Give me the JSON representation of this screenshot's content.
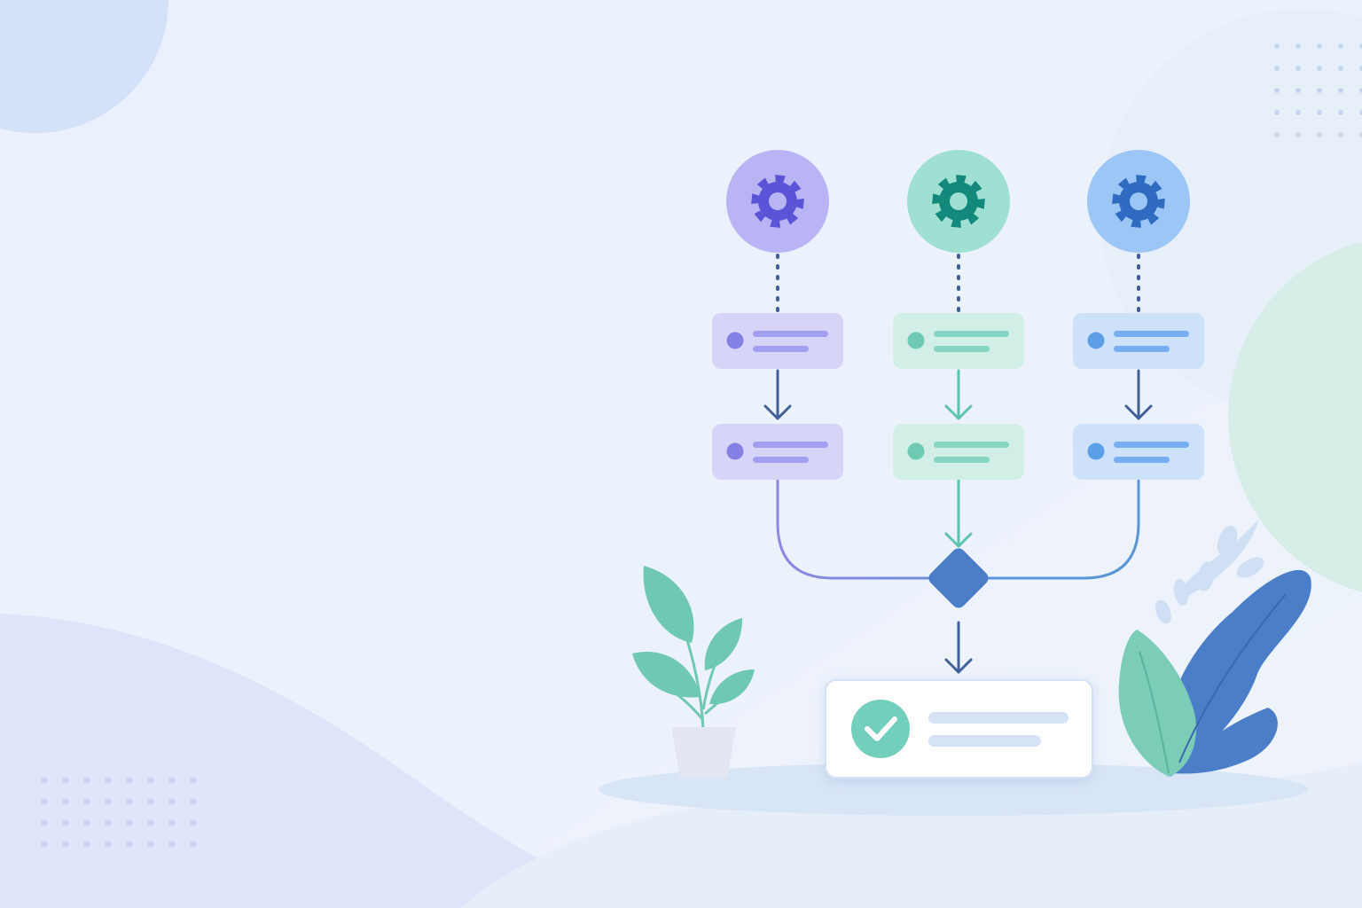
{
  "palette": {
    "background": "#eef3fc",
    "purple_light": "#b9b5f5",
    "purple_dark": "#5b54d6",
    "teal_light": "#9fe0d2",
    "teal_dark": "#12897a",
    "blue_light": "#9cc6f5",
    "blue_dark": "#2f6bc0",
    "decision_blue": "#4a7ec9",
    "check_green": "#72cfbb"
  },
  "diagram": {
    "type": "flowchart",
    "lanes": [
      {
        "id": "lane-purple",
        "icon": "gear-icon",
        "steps": 2,
        "color": "purple"
      },
      {
        "id": "lane-teal",
        "icon": "gear-icon",
        "steps": 2,
        "color": "teal"
      },
      {
        "id": "lane-blue",
        "icon": "gear-icon",
        "steps": 2,
        "color": "blue"
      }
    ],
    "merge": {
      "icon": "decision-diamond-icon"
    },
    "result": {
      "icon": "checkmark-icon"
    }
  },
  "decorations": {
    "plants": [
      "leaf-plant-pot-icon",
      "leafy-bush-icon"
    ],
    "dots": [
      "dot-grid-icon",
      "dot-grid-icon"
    ]
  }
}
